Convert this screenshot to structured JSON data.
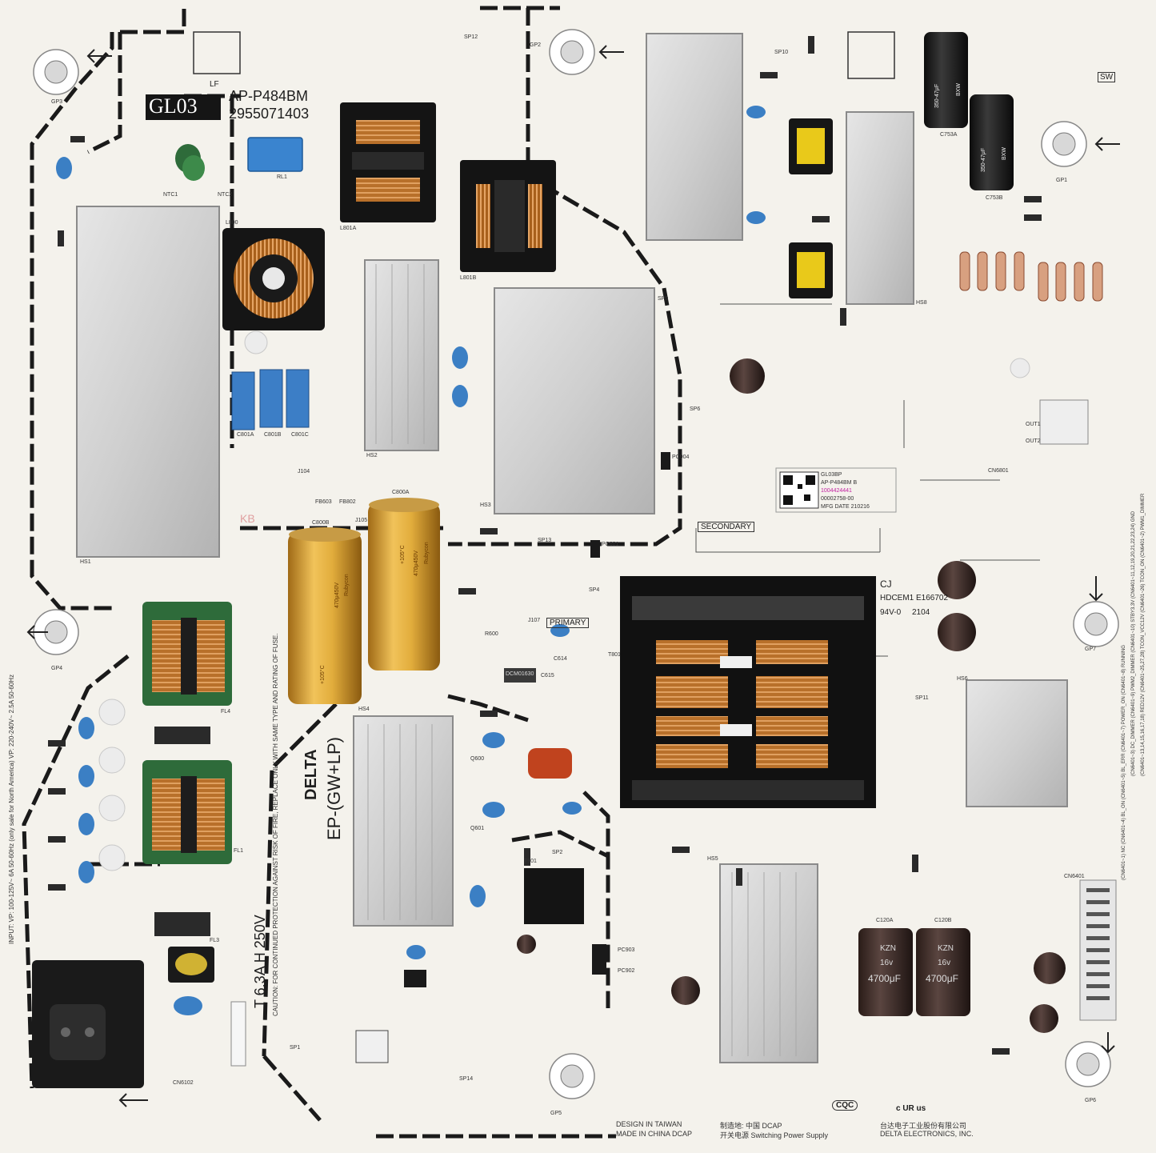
{
  "board": {
    "model_badge": "GL03",
    "part_number": "AP-P484BM",
    "serial": "2955071403",
    "lf_mark": "LF",
    "fuse_label": "T 6.3A H 250V",
    "brand_block": "EP-(GW+LP)",
    "delta_logo": "DELTA",
    "secondary_label": "SECONDARY",
    "primary_label": "PRIMARY",
    "cj_mark": "CJ",
    "ul_number": "HDCEM1  E166702",
    "rating": "94V-0",
    "date_code": "2104",
    "sticker": {
      "line1": "GL03BP",
      "line2": "AP-P484BM B",
      "line3": "1004424441",
      "line4": "00002758-00",
      "line5": "MFG DATE 210216"
    },
    "design_in": "DESIGN IN TAIWAN",
    "made_in": "MADE IN CHINA DCAP",
    "mfr_cn": "制造地: 中国 DCAP",
    "switching": "开关电源  Switching Power Supply",
    "delta_cn": "台达电子工业股份有限公司",
    "delta_en": "DELTA ELECTRONICS, INC.",
    "ccc": "CQC",
    "ul_mark": "c UR us",
    "input_rating": "INPUT: VP: 100-125V~  6A 50-60Hz (only sale for North America)  VP: 220-240V~  2.5A 50-60Hz",
    "caution": "CAUTION: FOR CONTINUED PROTECTION AGAINST RISK OF FIRE, REPLACE ONLY WITH SAME TYPE AND RATING OF FUSE.",
    "kb_mark": "KB",
    "sw_mark": "SW"
  },
  "colors": {
    "pcb": "#f4f2ec",
    "trace": "#1a1a1a",
    "heatsink": "#c8c8c8",
    "transformer": "#222222",
    "copper": "#b8702a",
    "gold_cap": "#d9a33a",
    "elcap": "#3a2a26",
    "blue_cap": "#3b7fc4",
    "green_choke": "#2f6a3a",
    "pink_text": "#e0a0a0"
  },
  "components": {
    "c800a": "C800A",
    "c800b": "C800B",
    "cap_big_text": "470μ450V",
    "cap_brand": "Rubycon",
    "cap_temp": "+105°C",
    "c753a": "C753A",
    "c753b": "C753B",
    "cap_top_text": "350-47μF",
    "cap_top_series": "BXW",
    "c120a": "C120A",
    "c120b": "C120B",
    "kzn_text": "KZN",
    "kzn_v": "16v",
    "kzn_uf": "4700μF",
    "t801": "T801",
    "t901": "T901",
    "l801a": "L801A",
    "l801b": "L801B",
    "l800": "L800",
    "hs1": "HS1",
    "hs2": "HS2",
    "hs3": "HS3",
    "hs4": "HS4",
    "hs5": "HS5",
    "hs6": "HS6",
    "hs8": "HS8",
    "fl4": "FL4",
    "fl1": "FL1",
    "fl3": "FL3",
    "cn6401": "CN6401",
    "cn6801": "CN6801",
    "cn6102": "CN6102",
    "rl1": "RL1",
    "ntc1": "NTC1",
    "ntc2": "NTC2",
    "j104": "J104",
    "j105": "J105",
    "c801a": "C801A",
    "c801b": "C801B",
    "c801c": "C801C",
    "fb603": "FB603",
    "fb802": "FB802",
    "q600": "Q600",
    "q601": "Q601",
    "c614": "C614",
    "c615": "C615",
    "r600": "R600",
    "j107": "J107",
    "sp1": "SP1",
    "sp2": "SP2",
    "sp4": "SP4",
    "sp6": "SP6",
    "sp9": "SP9",
    "sp10": "SP10",
    "sp11": "SP11",
    "sp12": "SP12",
    "sp13": "SP13",
    "sp14": "SP14",
    "gp1": "GP1",
    "gp2": "GP2",
    "gp3": "GP3",
    "gp4": "GP4",
    "gp5": "GP5",
    "gp6": "GP6",
    "gp7": "GP7",
    "out1": "OUT1",
    "out2": "OUT2",
    "pc904": "PC904",
    "pc601": "PC601",
    "pc902": "PC902",
    "pc903": "PC903",
    "cn_pin_list": "(CN6401~1) NC  (CN6401~4) BL_ON  (CN6401~5) BL_ERR  (CN6401~7) POWER_ON  (CN6401~8) RUNNING",
    "cn_pin_list2": "(CN6401~3) DC_DIMMER  (CN6401~9) PWM2_DIMMER  (CN6401~10) STBY3.3V  (CN6401~11,12,19,20,21,22,23,24) GND",
    "cn_pin_list3": "(CN6401~13,14,15,16,17,18) RED12V  (CN6401~25,27,28) TCON_VCC12V  (CN6401~26) TCON_ON  (CN6401~2) PWM1_DIMMER",
    "ic_mark": "DCM01630"
  }
}
